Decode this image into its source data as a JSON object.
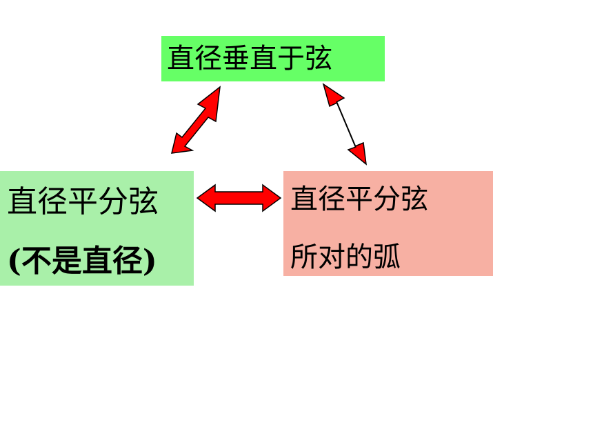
{
  "nodes": {
    "top": {
      "label": "直径垂直于弦",
      "color": "#66ff66"
    },
    "left": {
      "line1": "直径平分弦",
      "line2": "(不是直径)",
      "color": "#a9f0a9"
    },
    "right": {
      "line1": "直径平分弦",
      "line2": "所对的弧",
      "color": "#f7b0a3"
    }
  },
  "arrows": {
    "color": "#ff0000",
    "style": "double-headed"
  }
}
